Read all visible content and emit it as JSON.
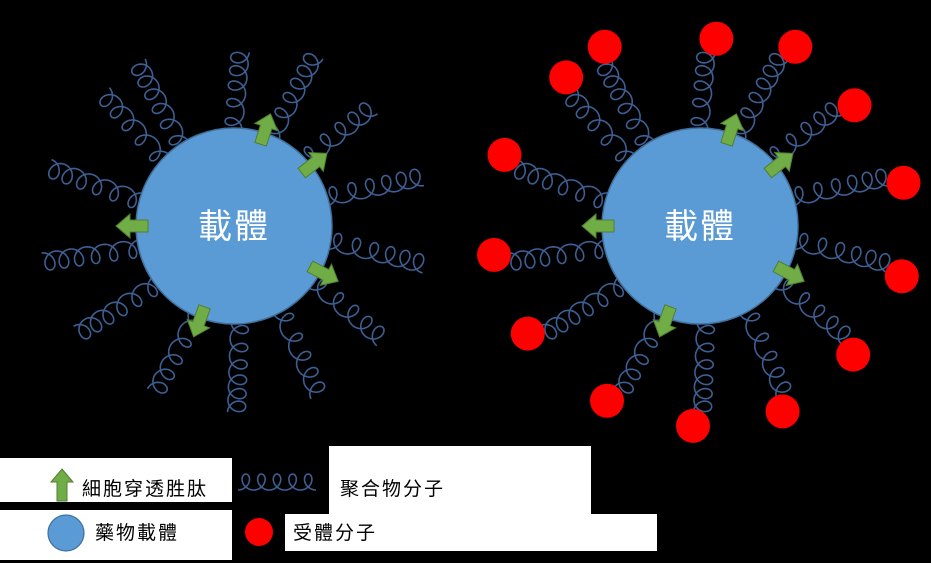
{
  "carriers": [
    {
      "label": "載體"
    },
    {
      "label": "載體"
    }
  ],
  "legend": {
    "cpp": "細胞穿透胜肽",
    "polymer": "聚合物分子",
    "drug_carrier": "藥物載體",
    "receptor": "受體分子"
  },
  "colors": {
    "carrier_fill": "#5b9bd5",
    "carrier_stroke": "#41719c",
    "coil": "#3d5f93",
    "arrow_fill": "#70ad47",
    "arrow_stroke": "#507e32",
    "receptor": "#ff0000"
  }
}
